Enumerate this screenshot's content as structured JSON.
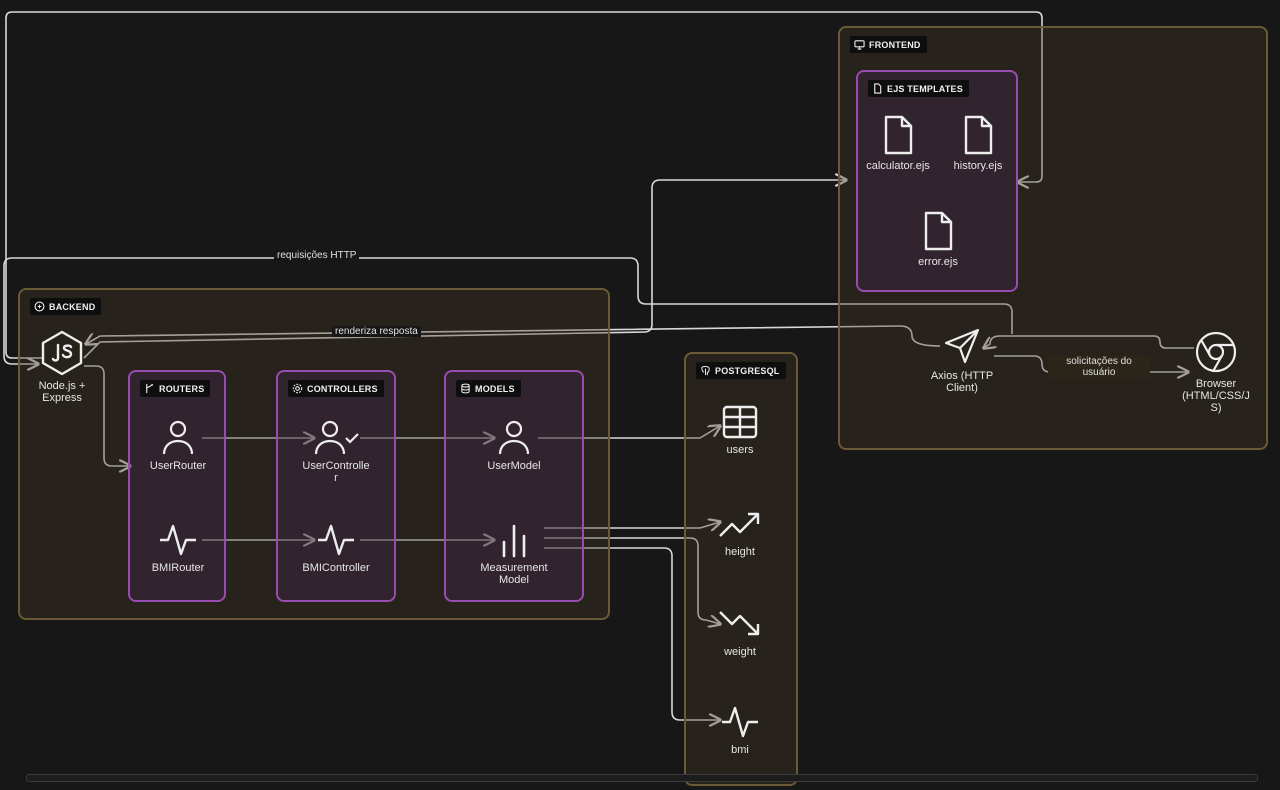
{
  "groups": {
    "frontend": "FRONTEND",
    "ejs_templates": "EJS TEMPLATES",
    "backend": "BACKEND",
    "routers": "ROUTERS",
    "controllers": "CONTROLLERS",
    "models": "MODELS",
    "postgresql": "POSTGRESQL"
  },
  "nodes": {
    "calculator": "calculator.ejs",
    "history": "history.ejs",
    "error": "error.ejs",
    "axios_line1": "Axios (HTTP",
    "axios_line2": "Client)",
    "browser_line1": "Browser",
    "browser_line2": "(HTML/CSS/J",
    "browser_line3": "S)",
    "node_line1": "Node.js +",
    "node_line2": "Express",
    "user_router": "UserRouter",
    "bmi_router": "BMIRouter",
    "user_controller_line1": "UserControlle",
    "user_controller_line2": "r",
    "bmi_controller": "BMIController",
    "user_model": "UserModel",
    "measurement_line1": "Measurement",
    "measurement_line2": "Model",
    "users": "users",
    "height": "height",
    "weight": "weight",
    "bmi": "bmi"
  },
  "edges": {
    "requests_http": "requisições HTTP",
    "render_response": "renderiza resposta",
    "user_requests_line1": "solicitações do",
    "user_requests_line2": "usuário"
  },
  "colors": {
    "group_border": "#6b5a36",
    "subgroup_border": "#9a4bb0",
    "edge": "#d8d8d8",
    "background": "#171717"
  }
}
